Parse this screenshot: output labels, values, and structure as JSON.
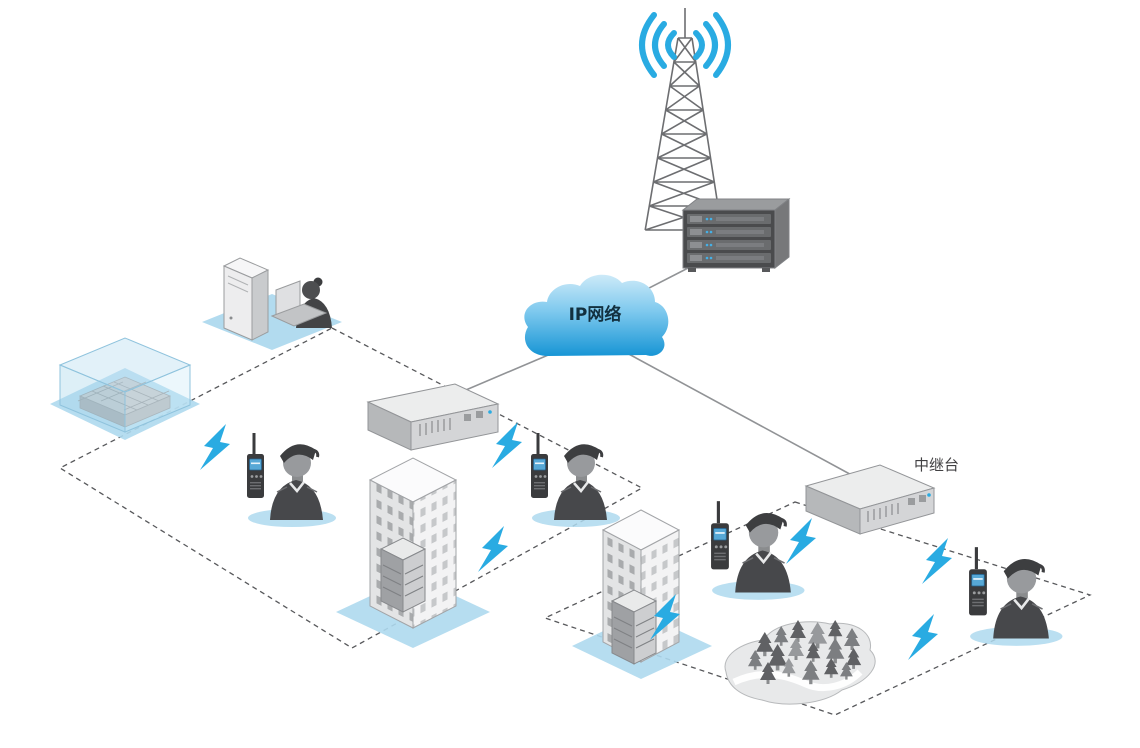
{
  "diagram": {
    "type": "radio-network-topology",
    "background": "#ffffff",
    "cloud": {
      "label": "IP网络"
    },
    "repeater_right": {
      "label": "中继台"
    },
    "colors": {
      "accent_blue": "#29abe2",
      "cloud_top": "#cdeaf8",
      "cloud_mid": "#7ec9ee",
      "cloud_bottom": "#1795d5",
      "label_dark": "#12303f",
      "line_gray": "#919396",
      "zone_dash": "#57585b",
      "shadow_blue": "#aed9ee",
      "text_gray": "#414042"
    },
    "nodes": [
      {
        "name": "antenna-tower"
      },
      {
        "name": "wifi-waves-icon"
      },
      {
        "name": "base-station-rack"
      },
      {
        "name": "ip-network-cloud",
        "label": "IP网络"
      },
      {
        "name": "repeater-left"
      },
      {
        "name": "repeater-right",
        "label": "中继台"
      },
      {
        "name": "dispatcher-workstation"
      },
      {
        "name": "gateway-glass-case"
      },
      {
        "name": "building-left"
      },
      {
        "name": "building-right"
      },
      {
        "name": "guard-with-radio",
        "count": 4
      },
      {
        "name": "lightning-bolt",
        "count": 7
      },
      {
        "name": "forest-area"
      }
    ]
  }
}
